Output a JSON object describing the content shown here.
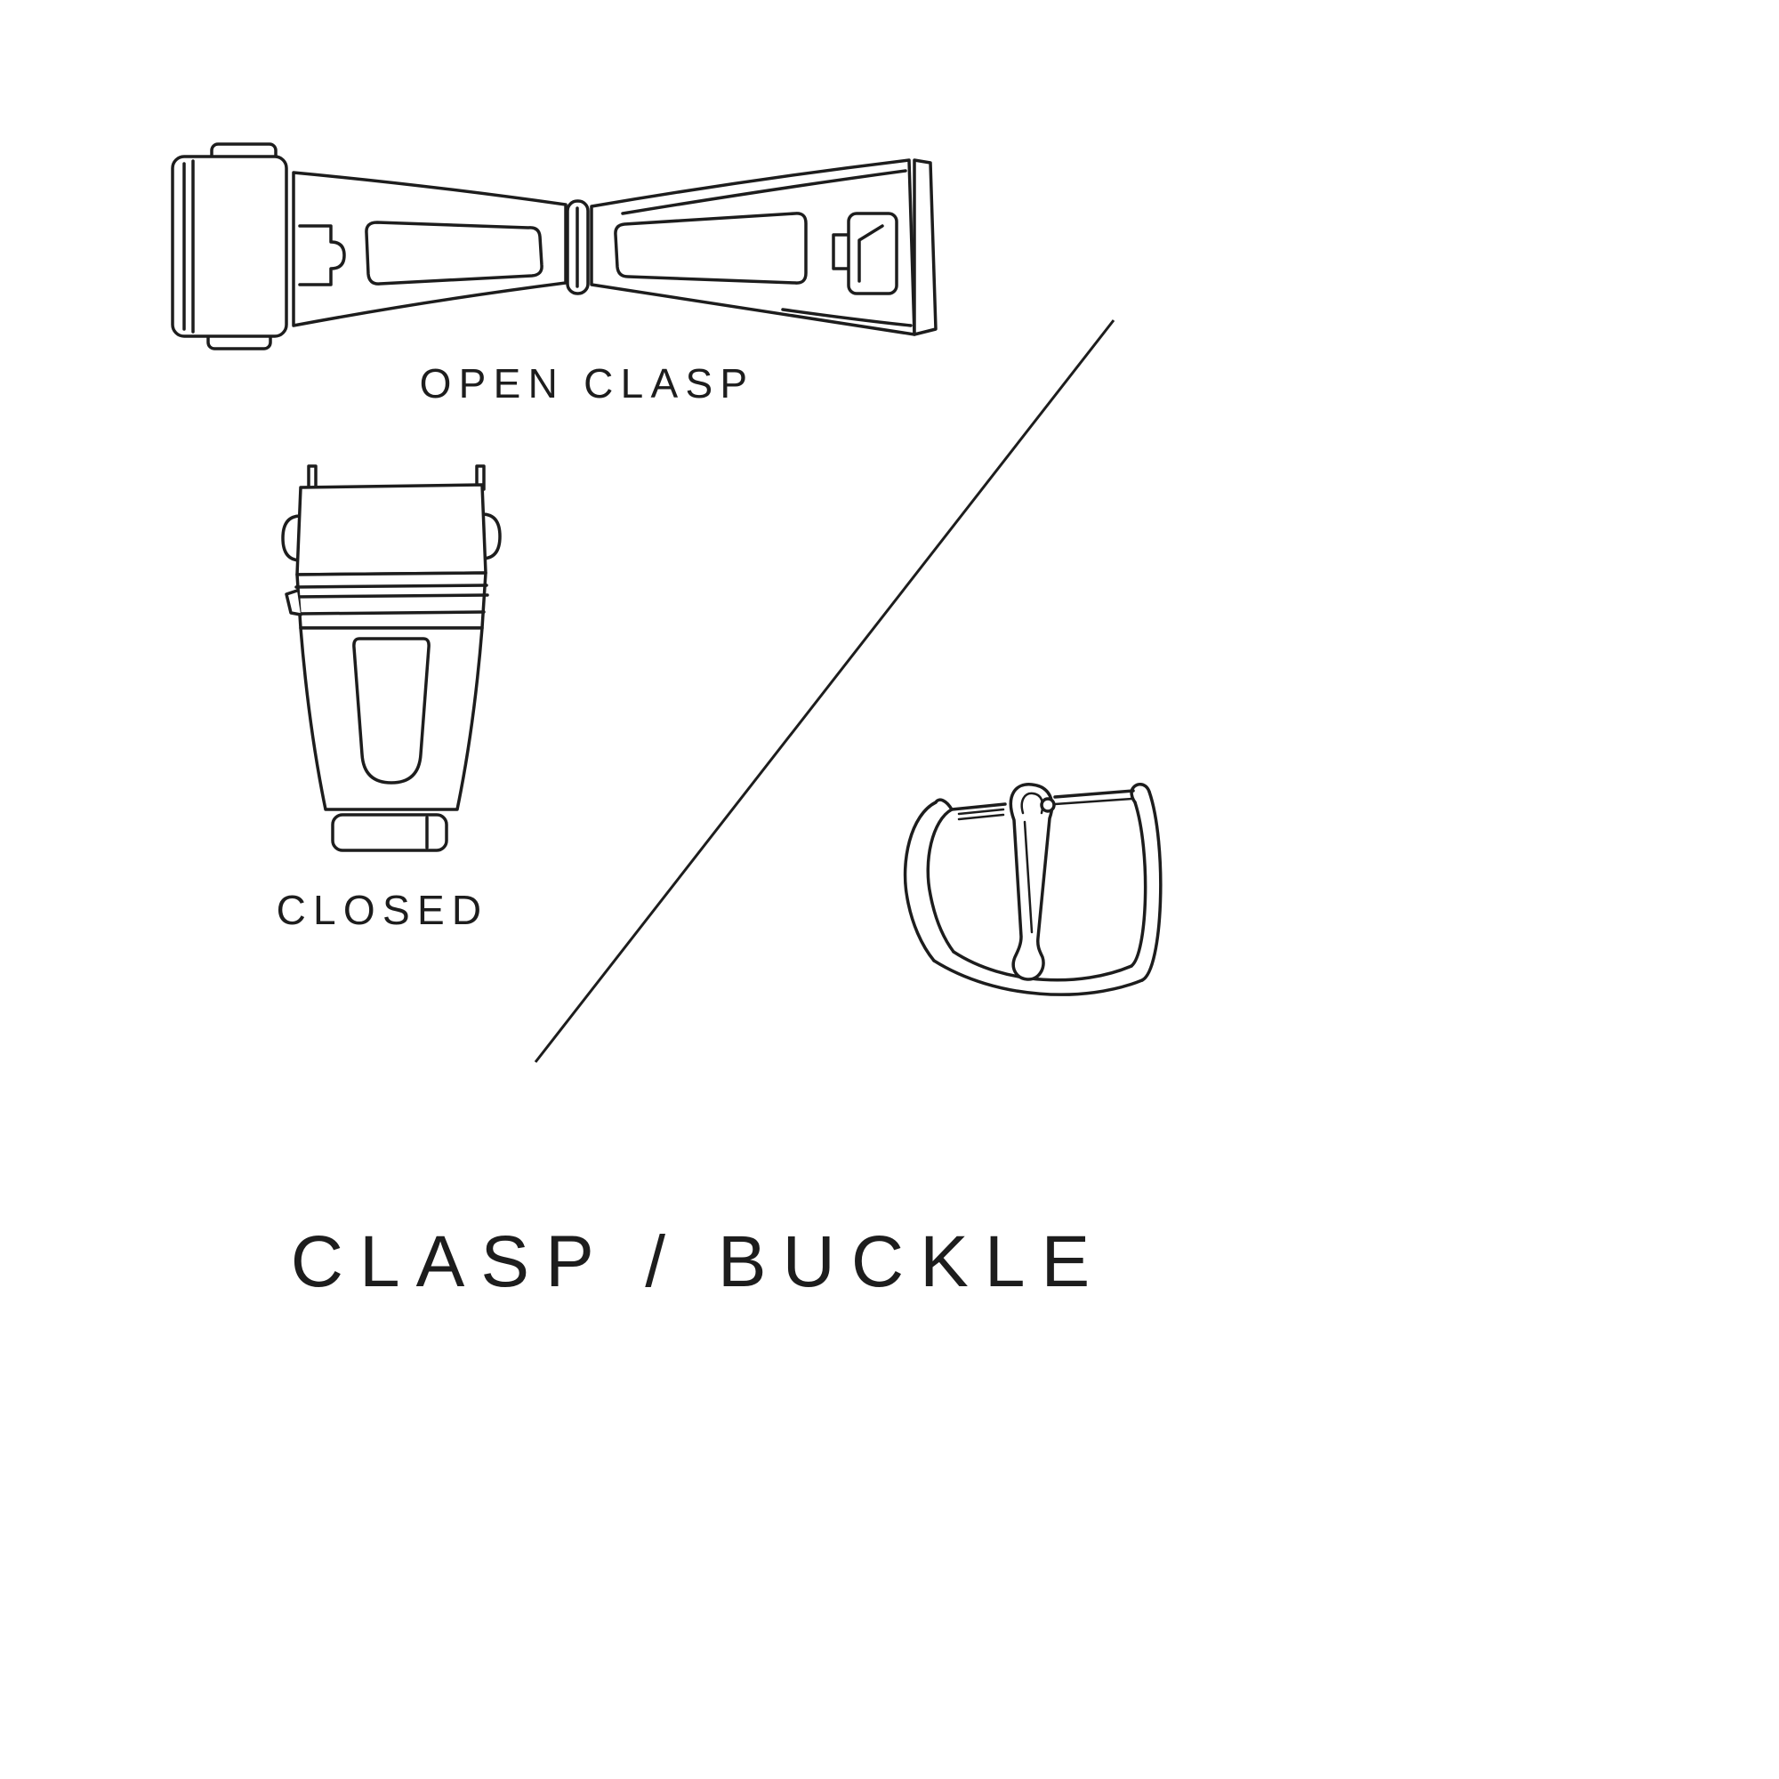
{
  "diagram": {
    "title": "CLASP / BUCKLE",
    "figures": {
      "open_clasp": {
        "label": "OPEN CLASP"
      },
      "closed_clasp": {
        "label": "CLOSED"
      }
    },
    "colors": {
      "background": "#ffffff",
      "line": "#1d1d1d",
      "text": "#1d1d1d"
    }
  }
}
